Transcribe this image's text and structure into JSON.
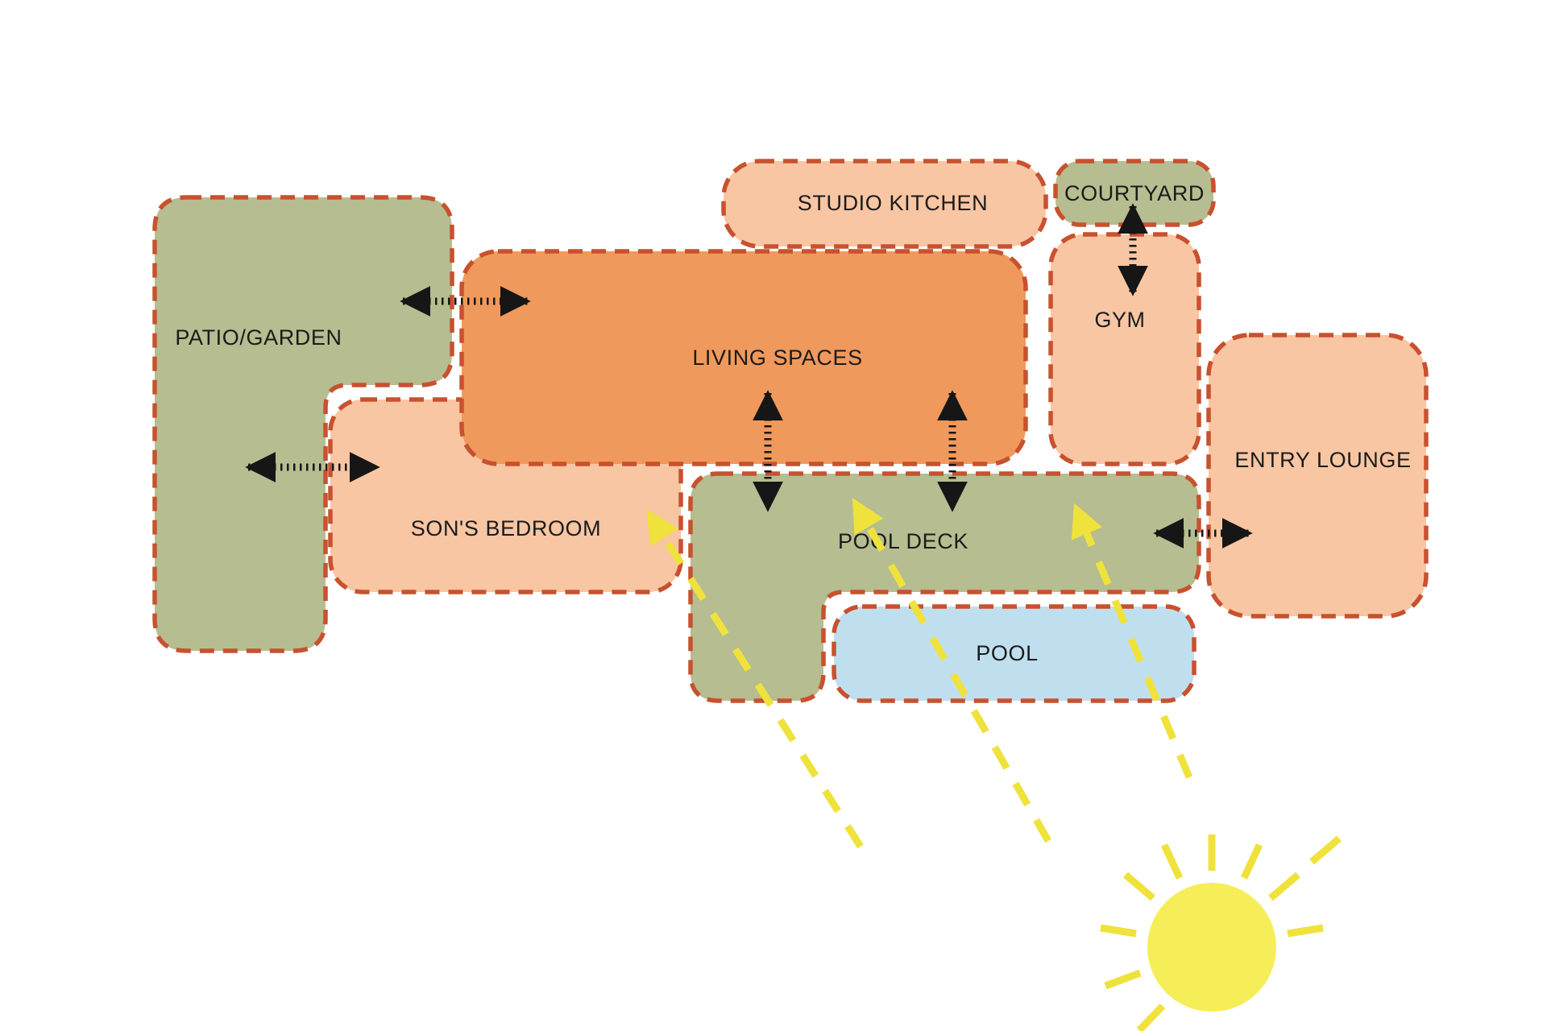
{
  "diagram": {
    "kind": "architecture-adjacency-bubble-diagram",
    "colors": {
      "outdoor": "#b6bd90",
      "room": "#f8c6a3",
      "living": "#f0995c",
      "pool": "#c0dfee",
      "outline": "#c8512f",
      "arrow": "#161616",
      "sun": "#f6ee58",
      "ray": "#efe23c",
      "label": "#1b1b1b"
    },
    "rooms": [
      {
        "label": "PATIO/GARDEN",
        "zone": "outdoor"
      },
      {
        "label": "STUDIO KITCHEN",
        "zone": "room"
      },
      {
        "label": "COURTYARD",
        "zone": "outdoor"
      },
      {
        "label": "LIVING SPACES",
        "zone": "living"
      },
      {
        "label": "GYM",
        "zone": "room"
      },
      {
        "label": "ENTRY LOUNGE",
        "zone": "room"
      },
      {
        "label": "SON'S BEDROOM",
        "zone": "room"
      },
      {
        "label": "POOL DECK",
        "zone": "outdoor"
      },
      {
        "label": "POOL",
        "zone": "pool"
      }
    ],
    "connections": [
      {
        "from": "PATIO/GARDEN",
        "to": "LIVING SPACES"
      },
      {
        "from": "PATIO/GARDEN",
        "to": "SON'S BEDROOM"
      },
      {
        "from": "LIVING SPACES",
        "to": "POOL DECK",
        "side": "left"
      },
      {
        "from": "LIVING SPACES",
        "to": "POOL DECK",
        "side": "right"
      },
      {
        "from": "COURTYARD",
        "to": "GYM"
      },
      {
        "from": "POOL DECK",
        "to": "ENTRY LOUNGE"
      }
    ],
    "sun": {
      "rays_toward": "POOL DECK",
      "ray_count": 3
    }
  }
}
